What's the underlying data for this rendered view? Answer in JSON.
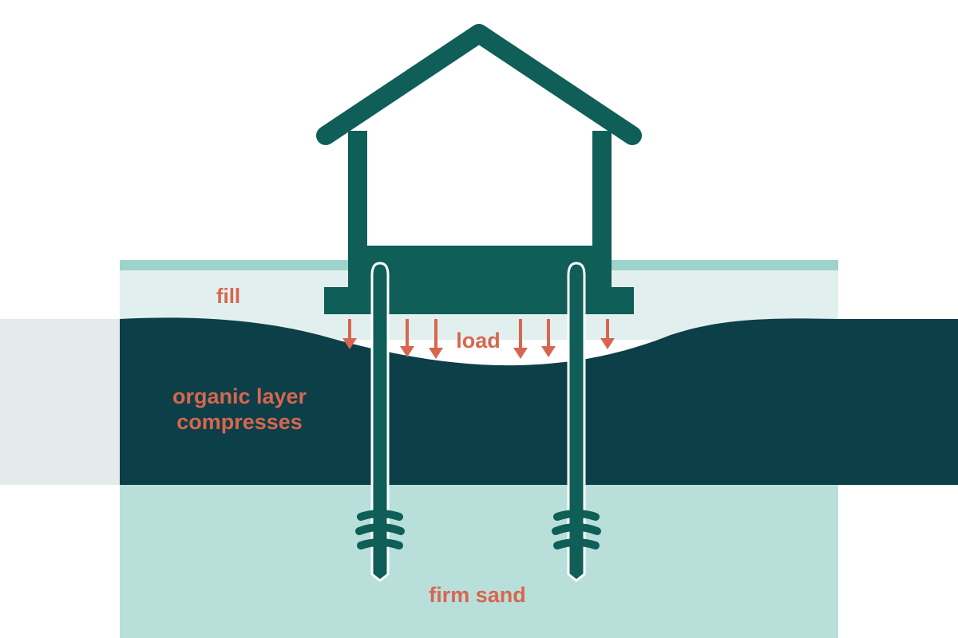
{
  "labels": {
    "fill": "fill",
    "load": "load",
    "organic_line1": "organic layer",
    "organic_line2": "compresses",
    "firm_sand": "firm sand"
  },
  "colors": {
    "structure": "#0f5e58",
    "organic_layer": "#0c3f48",
    "fill_layer": "#e1f0ee",
    "fill_top_band": "#9dd3cb",
    "firm_sand": "#b9dfdb",
    "side_band": "#e4ebeb",
    "label_accent": "#d8664f",
    "pile_outline": "#ffffff"
  },
  "icons": {
    "load_arrows": "down-arrow-icon",
    "house": "house-outline-icon",
    "piles": "helical-pile-icon"
  }
}
